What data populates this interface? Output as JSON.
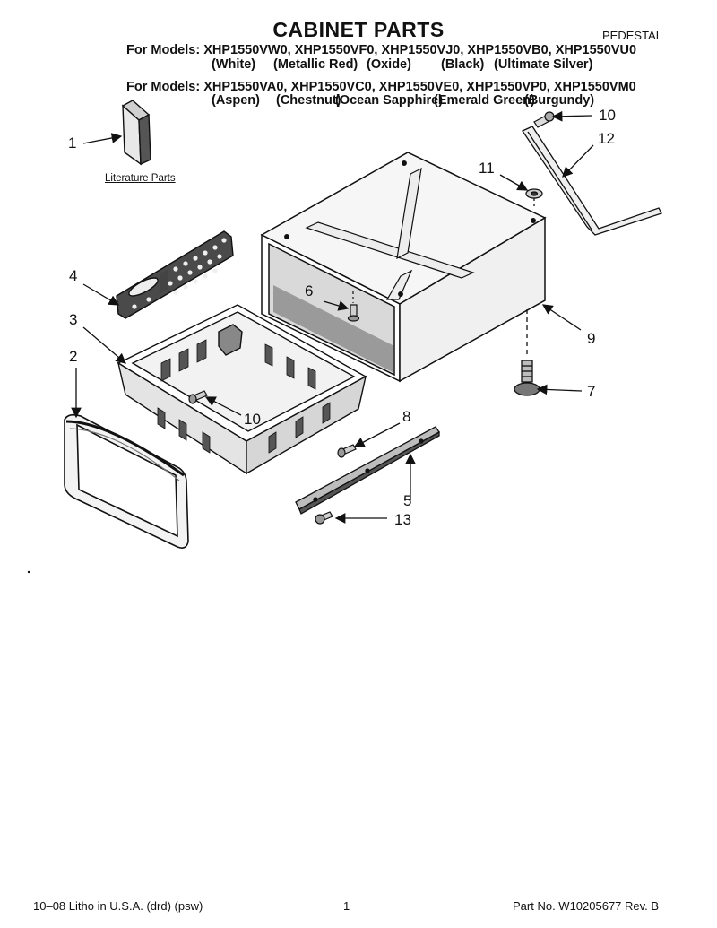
{
  "header": {
    "title": "CABINET PARTS",
    "section": "PEDESTAL",
    "models_line_1": "For Models: XHP1550VW0, XHP1550VF0, XHP1550VJ0, XHP1550VB0, XHP1550VU0",
    "colors_line_1": [
      "(White)",
      "(Metallic Red)",
      "(Oxide)",
      "(Black)",
      "(Ultimate Silver)"
    ],
    "models_line_2": "For Models: XHP1550VA0, XHP1550VC0, XHP1550VE0, XHP1550VP0, XHP1550VM0",
    "colors_line_2": [
      "(Aspen)",
      "(Chestnut)",
      "(Ocean Sapphire)",
      "(Emerald Green)",
      "(Burgundy)"
    ]
  },
  "literature_label": "Literature Parts",
  "callouts": {
    "c1": "1",
    "c2": "2",
    "c3": "3",
    "c4": "4",
    "c5": "5",
    "c6": "6",
    "c7": "7",
    "c8": "8",
    "c9": "9",
    "c10a": "10",
    "c10b": "10",
    "c11": "11",
    "c12": "12",
    "c13": "13"
  },
  "footer": {
    "left": "10–08 Litho in U.S.A. (drd) (psw)",
    "page": "1",
    "part_no": "Part No. W10205677 Rev. B"
  }
}
